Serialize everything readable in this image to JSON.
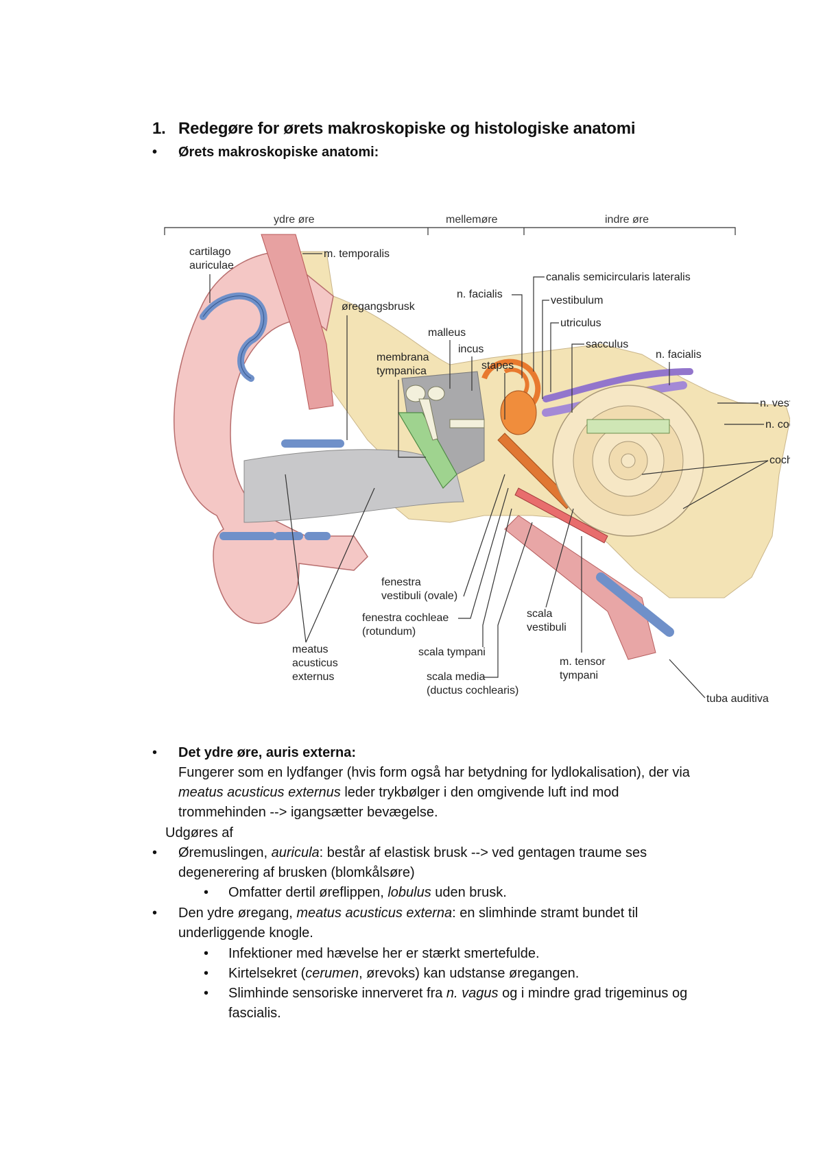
{
  "heading": {
    "number": "1.",
    "text": "Redegøre for ørets makroskopiske og histologiske anatomi"
  },
  "subheading": "Ørets makroskopiske anatomi:",
  "figure": {
    "regions": [
      "ydre øre",
      "mellemøre",
      "indre øre"
    ],
    "labels": {
      "cartilago": "cartilago",
      "auriculae": "auriculae",
      "m_temporalis": "m. temporalis",
      "oregangsbrusk": "øregangsbrusk",
      "n_facialis_top": "n. facialis",
      "canalis": "canalis semicircularis lateralis",
      "vestibulum": "vestibulum",
      "utriculus": "utriculus",
      "sacculus": "sacculus",
      "n_facialis_right": "n. facialis",
      "malleus": "malleus",
      "incus": "incus",
      "stapes": "stapes",
      "membrana": "membrana",
      "tympanica": "tympanica",
      "n_vestibular": "n. vestibular",
      "n_cochlear": "n. cochlear",
      "cochlea": "cochle",
      "fenestra_v1": "fenestra",
      "fenestra_v2": "vestibuli (ovale)",
      "fenestra_c1": "fenestra cochleae",
      "fenestra_c2": "(rotundum)",
      "scala_tympani": "scala tympani",
      "scala_media1": "scala media",
      "scala_media2": "(ductus cochlearis)",
      "scala_vest1": "scala",
      "scala_vest2": "vestibuli",
      "m_tensor1": "m. tensor",
      "m_tensor2": "tympani",
      "tuba": "tuba auditiva",
      "meatus1": "meatus",
      "meatus2": "acusticus",
      "meatus3": "externus"
    }
  },
  "sections": {
    "ydre_title": "Det ydre øre, auris externa:",
    "ydre_p1": "Fungerer som en lydfanger (hvis form også har betydning for lydlokalisation), der via",
    "ydre_p2_em": "meatus acusticus externus",
    "ydre_p2": " leder trykbølger i den omgivende luft ind mod",
    "ydre_p3": "trommehinden --> igangsætter bevægelse.",
    "udgores": "Udgøres af",
    "b1_a": "Øremuslingen, ",
    "b1_em": "auricula",
    "b1_b": ": består af elastisk brusk --> ved gentagen traume ses",
    "b1_c": "degenerering af brusken (blomkålsøre)",
    "b1_1a": "Omfatter dertil øreflippen, ",
    "b1_1em": "lobulus",
    "b1_1b": " uden brusk.",
    "b2_a": "Den ydre øregang, ",
    "b2_em": "meatus acusticus externa",
    "b2_b": ": en slimhinde stramt bundet til",
    "b2_c": "underliggende knogle.",
    "b2_1": "Infektioner med hævelse her er stærkt smertefulde.",
    "b2_2a": "Kirtelsekret (",
    "b2_2em": "cerumen",
    "b2_2b": ", ørevoks) kan udstanse øregangen.",
    "b2_3a": "Slimhinde sensoriske innerveret fra ",
    "b2_3em": "n. vagus",
    "b2_3b": " og i mindre grad trigeminus og",
    "b2_3c": "fascialis."
  }
}
